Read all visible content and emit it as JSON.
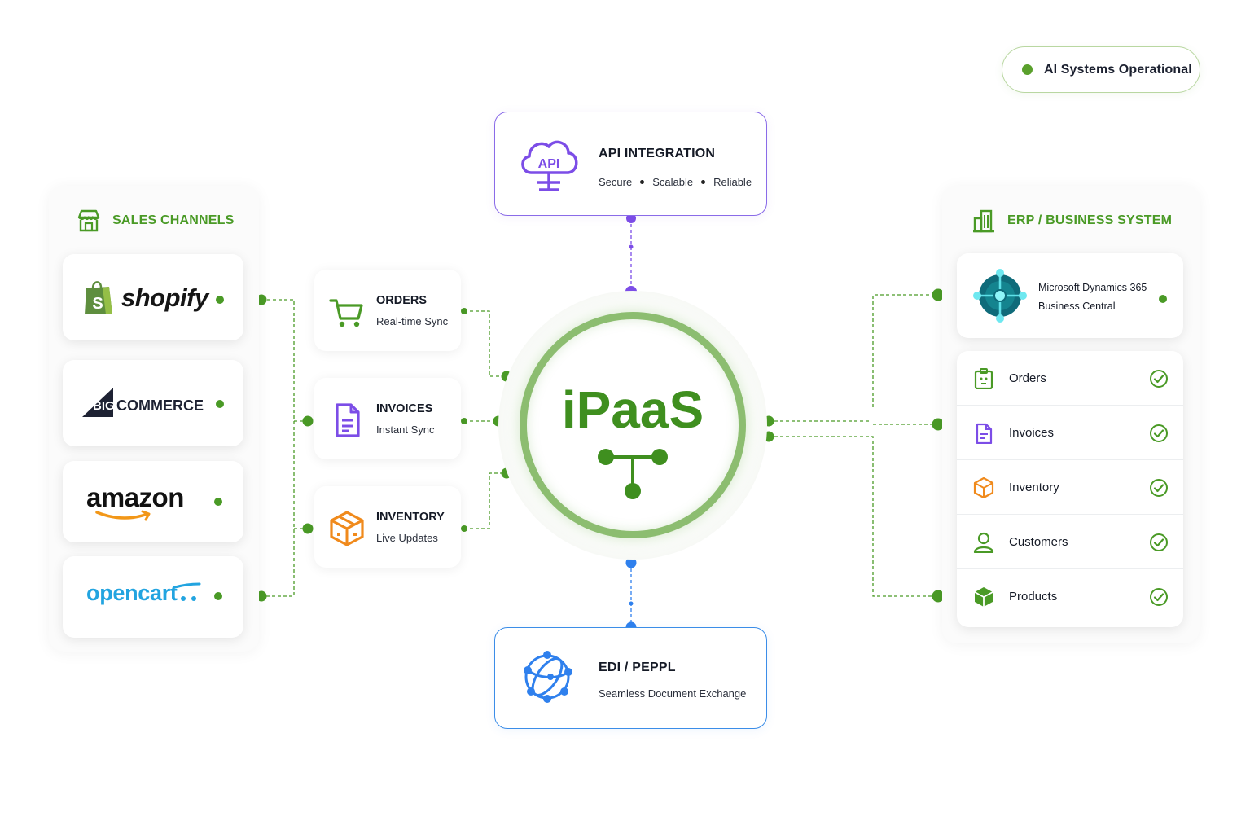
{
  "status": {
    "text": "AI Systems Operational",
    "color": "#5aa02c"
  },
  "colors": {
    "green": "#4a9a26",
    "purple": "#7c4de7",
    "blue": "#2f80ed",
    "orange": "#f08a1c"
  },
  "hub": {
    "title": "iPaaS",
    "icon": "hub-network-icon"
  },
  "api": {
    "title": "API INTEGRATION",
    "icon_text": "API",
    "features": [
      "Secure",
      "Scalable",
      "Reliable"
    ]
  },
  "edi": {
    "title": "EDI / PEPPL",
    "subtitle": "Seamless Document Exchange"
  },
  "sales": {
    "title": "SALES CHANNELS",
    "channels": [
      {
        "name": "shopify",
        "icon": "shopify-bag-icon"
      },
      {
        "name_prefix": "BIG",
        "name": "COMMERCE",
        "icon": "bigcommerce-icon"
      },
      {
        "name": "amazon",
        "icon": "amazon-smile-icon"
      },
      {
        "name": "opencart",
        "icon": "opencart-cart-icon"
      }
    ]
  },
  "flows": [
    {
      "title": "ORDERS",
      "subtitle": "Real-time Sync",
      "icon": "cart-icon"
    },
    {
      "title": "INVOICES",
      "subtitle": "Instant Sync",
      "icon": "document-icon"
    },
    {
      "title": "INVENTORY",
      "subtitle": "Live Updates",
      "icon": "box-icon"
    }
  ],
  "erp": {
    "title": "ERP / BUSINESS SYSTEM",
    "system": {
      "line1": "Microsoft Dynamics 365",
      "line2": "Business Central"
    },
    "items": [
      {
        "label": "Orders",
        "icon": "clipboard-icon",
        "status": "check"
      },
      {
        "label": "Invoices",
        "icon": "invoice-icon",
        "status": "check"
      },
      {
        "label": "Inventory",
        "icon": "package-icon",
        "status": "check"
      },
      {
        "label": "Customers",
        "icon": "user-icon",
        "status": "check"
      },
      {
        "label": "Products",
        "icon": "cube-icon",
        "status": "check"
      }
    ]
  }
}
